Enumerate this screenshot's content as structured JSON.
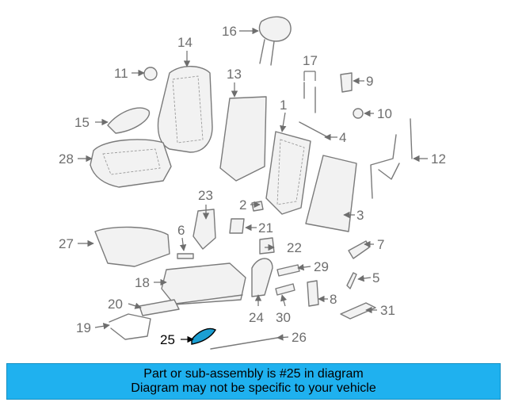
{
  "callouts": {
    "c1": "1",
    "c2": "2",
    "c3": "3",
    "c4": "4",
    "c5": "5",
    "c6": "6",
    "c7": "7",
    "c8": "8",
    "c9": "9",
    "c10": "10",
    "c11": "11",
    "c12": "12",
    "c13": "13",
    "c14": "14",
    "c15": "15",
    "c16": "16",
    "c17": "17",
    "c18": "18",
    "c19": "19",
    "c20": "20",
    "c21": "21",
    "c22": "22",
    "c23": "23",
    "c24": "24",
    "c25": "25",
    "c26": "26",
    "c27": "27",
    "c28": "28",
    "c29": "29",
    "c30": "30",
    "c31": "31"
  },
  "highlighted_part": "25",
  "colors": {
    "highlight": "#1b9fd3",
    "banner": "#1fb1ef",
    "line": "#6e6e6e"
  },
  "banner": {
    "line1": "Part or sub-assembly is #25 in diagram",
    "line2": "Diagram may not be specific to your vehicle"
  }
}
